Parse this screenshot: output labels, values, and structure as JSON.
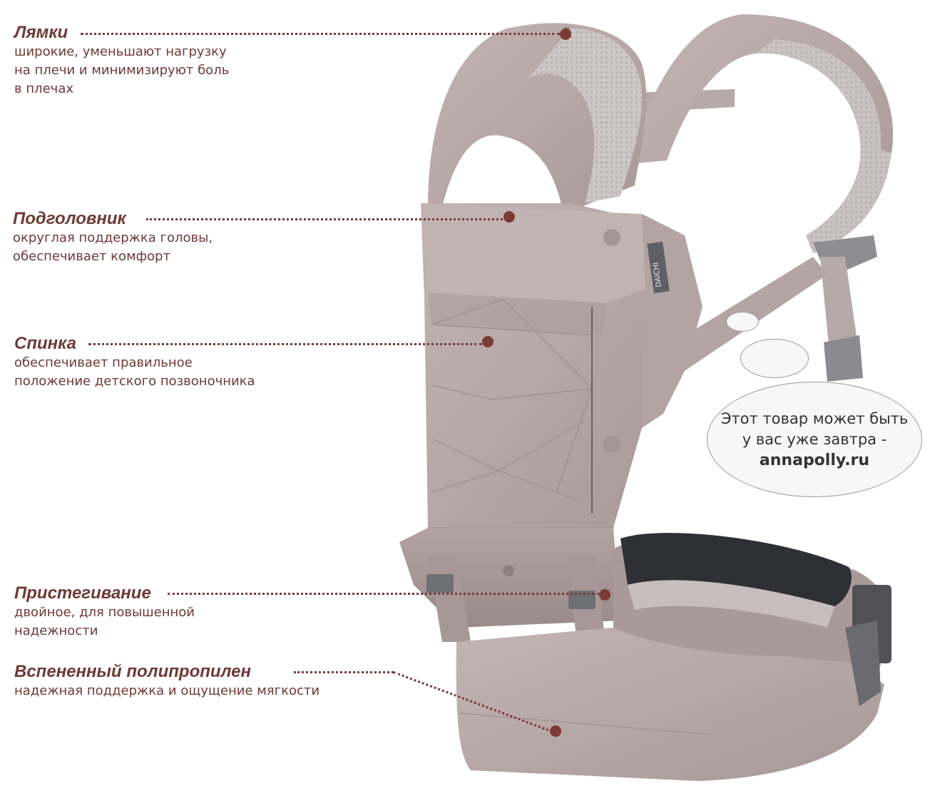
{
  "callouts": [
    {
      "title": "Лямки",
      "desc": "широкие, уменьшают нагрузку\nна плечи и минимизируют боль\n в плечах"
    },
    {
      "title": "Подголовник",
      "desc": "округлая поддержка головы,\nобеспечивает комфорт"
    },
    {
      "title": "Спинка",
      "desc": "обеспечивает правильное\nположение детского позвоночника"
    },
    {
      "title": "Пристегивание",
      "desc": "двойное, для повышенной\nнадежности"
    },
    {
      "title": "Вспененный полипропилен",
      "desc": "надежная поддержка и ощущение мягкости"
    }
  ],
  "promo": {
    "line1": "Этот товар может быть",
    "line2": "у вас уже завтра -",
    "site": "annapolly.ru"
  },
  "product": {
    "brand_label": "DAICHI"
  },
  "colors": {
    "accent": "#7a3a35",
    "fabric": "#b8a8a8",
    "mesh": "#cfc8c8",
    "lining": "#2e3036"
  }
}
